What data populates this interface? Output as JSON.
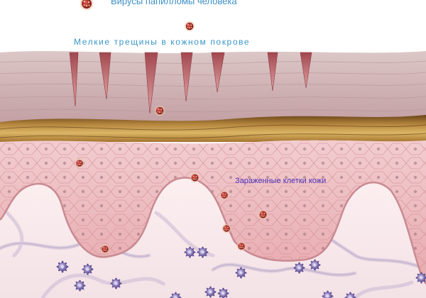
{
  "labels": {
    "viruses": "Вирусы папилломы человека",
    "cracks": "Мелкие трещины в кожном покрове",
    "infected_cells": "Зараженные клетки кожи"
  },
  "icons": {
    "virus": "virus-particle-icon",
    "immune_cell": "immune-cell-icon"
  },
  "colors": {
    "virus": "#a8262a",
    "immune_cell": "#7f6fb0",
    "label_blue": "#3a97c8",
    "label_purple": "#4b2fb8"
  }
}
